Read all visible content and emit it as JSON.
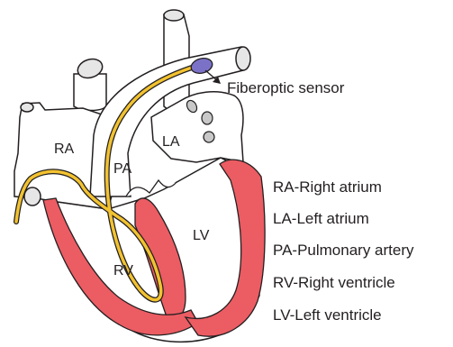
{
  "chambers": {
    "ra": "RA",
    "la": "LA",
    "pa": "PA",
    "rv": "RV",
    "lv": "LV"
  },
  "sensor_label": "Fiberoptic sensor",
  "legend": [
    "RA-Right atrium",
    "LA-Left atrium",
    "PA-Pulmonary artery",
    "RV-Right ventricle",
    "LV-Left ventricle"
  ],
  "colors": {
    "outline": "#231f20",
    "myocardium": "#ec5c63",
    "vessel_fill": "#e6e6e6",
    "catheter": "#f2c230",
    "sensor": "#7b72c8",
    "background": "#ffffff"
  }
}
